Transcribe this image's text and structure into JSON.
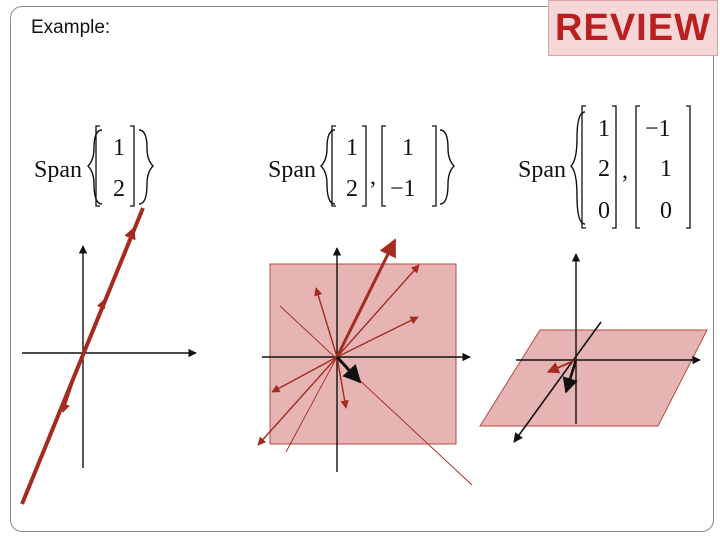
{
  "slide": {
    "title": "Example:",
    "badge": "REVIEW"
  },
  "spans": [
    {
      "word": "Span",
      "vectors": [
        [
          "1",
          "2"
        ]
      ]
    },
    {
      "word": "Span",
      "vectors": [
        [
          "1",
          "2"
        ],
        [
          "1",
          "−1"
        ]
      ],
      "separator": ","
    },
    {
      "word": "Span",
      "vectors": [
        [
          "1",
          "2",
          "0"
        ],
        [
          "−1",
          "1",
          "0"
        ]
      ],
      "separator": ","
    }
  ],
  "colors": {
    "vector": "#a52a1f",
    "plane_fill": "#e6b5b3",
    "plane_edge": "#b94a45",
    "axis": "#111111",
    "badge_text": "#b9201f",
    "badge_bg": "#f6d6d6"
  }
}
